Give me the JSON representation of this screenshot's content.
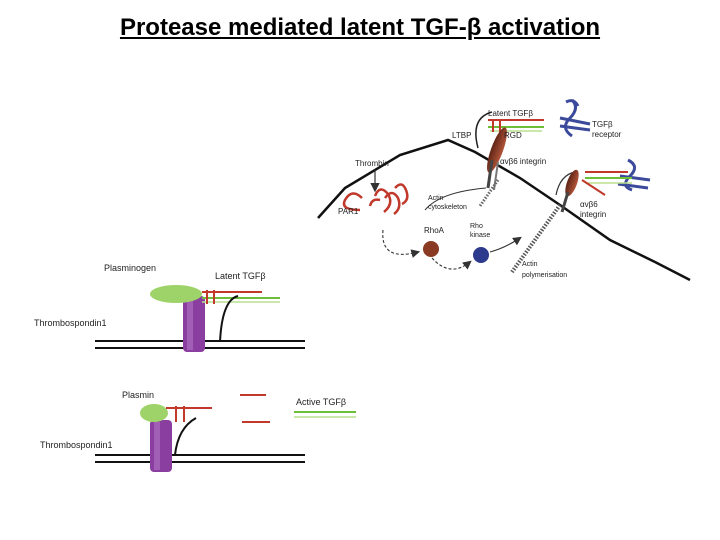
{
  "title": "Protease mediated latent TGF-β activation",
  "labels": {
    "latent_tgfb_top": "Latent TGFβ",
    "tgfb_receptor_1": "TGFβ",
    "tgfb_receptor_2": "receptor",
    "ltbp": "LTBP",
    "rgd": "RGD",
    "thrombin": "Thrombin",
    "avb6_integrin_top": "αvβ6 integrin",
    "actin_cytoskeleton_1": "Actin",
    "actin_cytoskeleton_2": "cytoskeleton",
    "par1": "PAR1",
    "rho_kinase_1": "Rho",
    "rho_kinase_2": "kinase",
    "rhoa": "RhoA",
    "actin_poly_1": "Actin",
    "actin_poly_2": "polymerisation",
    "avb6_right_1": "αvβ6",
    "avb6_right_2": "integrin",
    "plasminogen": "Plasminogen",
    "latent_tgfb_mid": "Latent TGFβ",
    "thrombospondin_1": "Thrombospondin1",
    "plasmin": "Plasmin",
    "active_tgfb": "Active TGFβ",
    "thrombospondin_2": "Thrombospondin1"
  },
  "colors": {
    "tgfb_red": "#c0392b",
    "tgfb_green": "#6dbf3a",
    "green_light": "#b9e08e",
    "integrin_brown": "#8b3a2a",
    "receptor_blue": "#3b4a9a",
    "rhoa_brown": "#8a3a22",
    "rho_kinase_blue": "#2b3a8c",
    "thrombospondin_purple": "#8a3fa0",
    "plasminogen_green": "#9ed36a"
  }
}
